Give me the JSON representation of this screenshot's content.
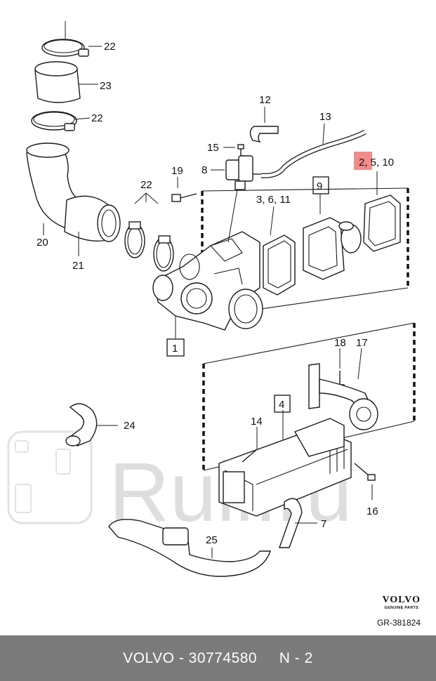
{
  "diagram": {
    "callouts": {
      "c22a": "22",
      "c23": "23",
      "c22b": "22",
      "c20": "20",
      "c21": "21",
      "c22c": "22",
      "c19": "19",
      "c15": "15",
      "c8": "8",
      "c12": "12",
      "c13": "13",
      "c3611": "3, 6, 11",
      "c9": "9",
      "c2510": "2, 5, 10",
      "c1": "1",
      "c18": "18",
      "c17": "17",
      "c4": "4",
      "c14": "14",
      "c24": "24",
      "c16": "16",
      "c7": "7",
      "c25": "25"
    },
    "highlighted_callout": "2, 5, 10",
    "highlight_color": "#f08080",
    "boxed_callouts": [
      "9",
      "1",
      "4"
    ],
    "watermark": "Rull.ru"
  },
  "brand": {
    "logo": "VOLVO",
    "sub": "GENUINE PARTS",
    "figure_code": "GR-381824"
  },
  "footer": {
    "text": "VOLVO - 30774580     N - 2",
    "background": "#7b7b7b"
  }
}
